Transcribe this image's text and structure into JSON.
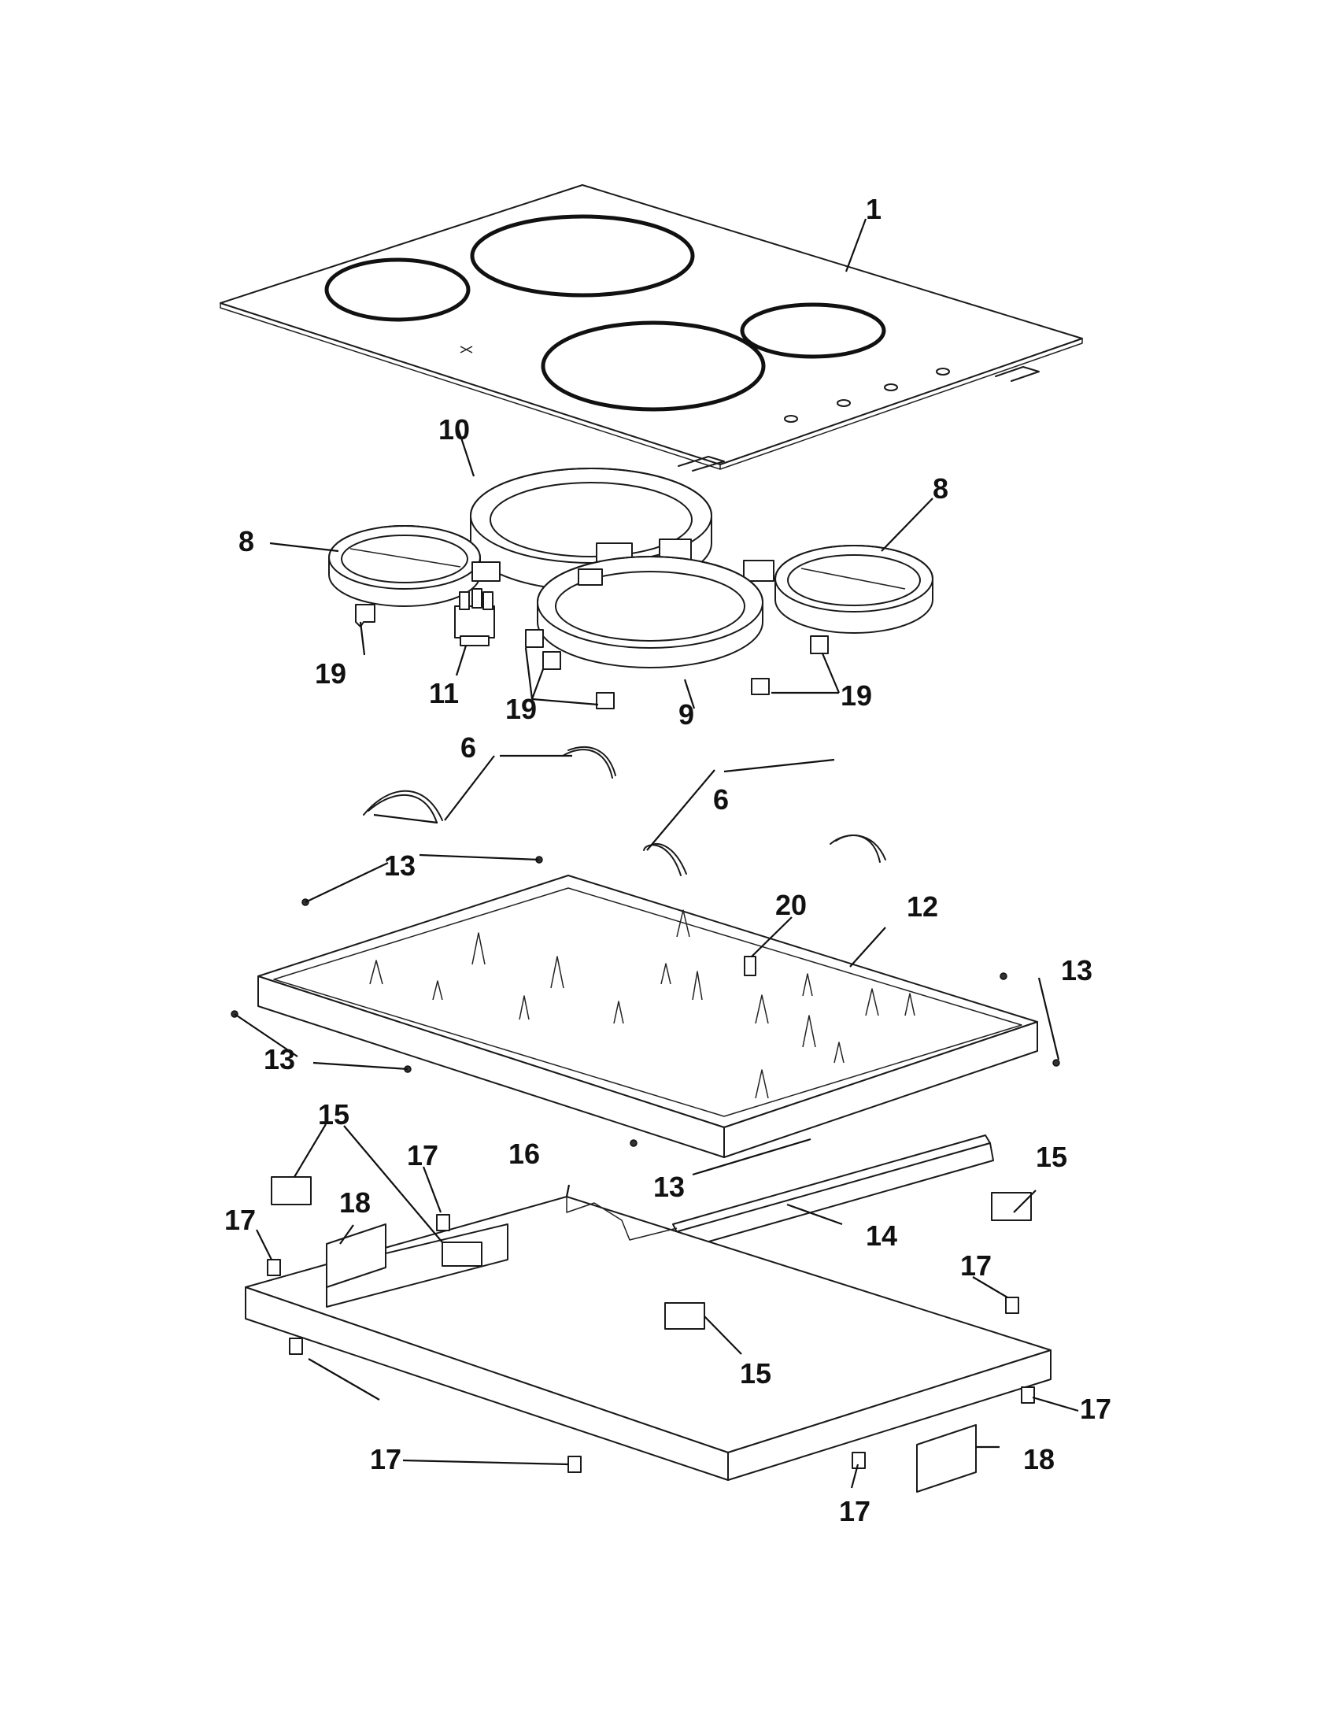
{
  "callouts": {
    "c1": "1",
    "c6a": "6",
    "c6b": "6",
    "c8a": "8",
    "c8b": "8",
    "c9": "9",
    "c10": "10",
    "c11": "11",
    "c12": "12",
    "c13a": "13",
    "c13b": "13",
    "c13c": "13",
    "c13d": "13",
    "c14": "14",
    "c15a": "15",
    "c15b": "15",
    "c15c": "15",
    "c16": "16",
    "c17a": "17",
    "c17b": "17",
    "c17c": "17",
    "c17d": "17",
    "c17e": "17",
    "c17f": "17",
    "c18a": "18",
    "c18b": "18",
    "c19a": "19",
    "c19b": "19",
    "c19c": "19",
    "c20": "20"
  }
}
